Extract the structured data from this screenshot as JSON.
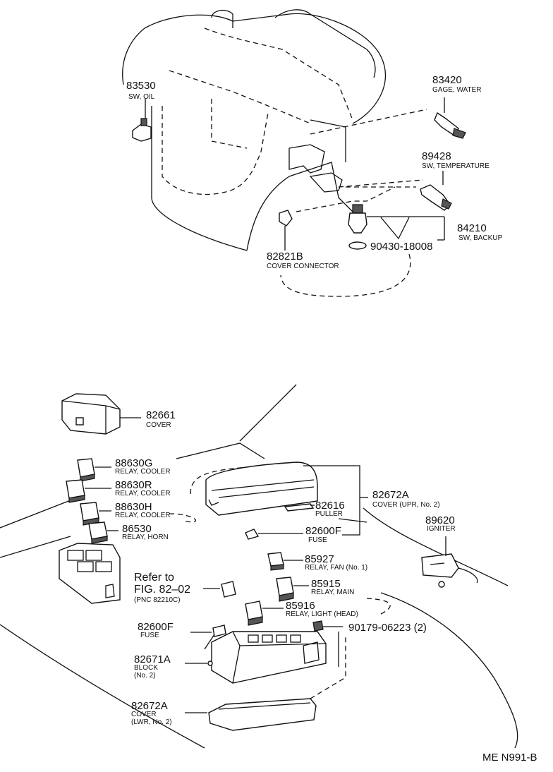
{
  "callouts": {
    "c83530": {
      "num": "83530",
      "desc": "SW, OIL"
    },
    "c83420": {
      "num": "83420",
      "desc": "GAGE, WATER"
    },
    "c89428": {
      "num": "89428",
      "desc": "SW, TEMPERATURE"
    },
    "c84210": {
      "num": "84210",
      "desc": "SW, BACKUP"
    },
    "c90430": {
      "num": "90430-18008"
    },
    "c82821B": {
      "num": "82821B",
      "desc": "COVER CONNECTOR"
    },
    "c82661": {
      "num": "82661",
      "desc": "COVER"
    },
    "c88630G": {
      "num": "88630G",
      "desc": "RELAY, COOLER"
    },
    "c88630R": {
      "num": "88630R",
      "desc": "RELAY, COOLER"
    },
    "c88630H": {
      "num": "88630H",
      "desc": "RELAY, COOLER"
    },
    "c86530": {
      "num": "86530",
      "desc": "RELAY, HORN"
    },
    "c82672A_upr": {
      "num": "82672A",
      "desc": "COVER (UPR, No. 2)"
    },
    "c82616": {
      "num": "82616",
      "desc": "PULLER"
    },
    "c82600F_a": {
      "num": "82600F",
      "desc": "FUSE"
    },
    "c89620": {
      "num": "89620",
      "desc": "IGNITER"
    },
    "c85927": {
      "num": "85927",
      "desc": "RELAY, FAN (No. 1)"
    },
    "c85915": {
      "num": "85915",
      "desc": "RELAY, MAIN"
    },
    "c85916": {
      "num": "85916",
      "desc": "RELAY, LIGHT (HEAD)"
    },
    "c90179": {
      "num": "90179-06223 (2)"
    },
    "c82600F_b": {
      "num": "82600F",
      "desc": "FUSE"
    },
    "c82671A": {
      "num": "82671A",
      "desc1": "BLOCK",
      "desc2": "(No. 2)"
    },
    "c82672A_lwr": {
      "num": "82672A",
      "desc1": "COVER",
      "desc2": "(LWR, No. 2)"
    }
  },
  "refer": {
    "line1": "Refer to",
    "line2": "FIG. 82–02",
    "line3": "(PNC 82210C)"
  },
  "figure_code": "ME N991-B"
}
